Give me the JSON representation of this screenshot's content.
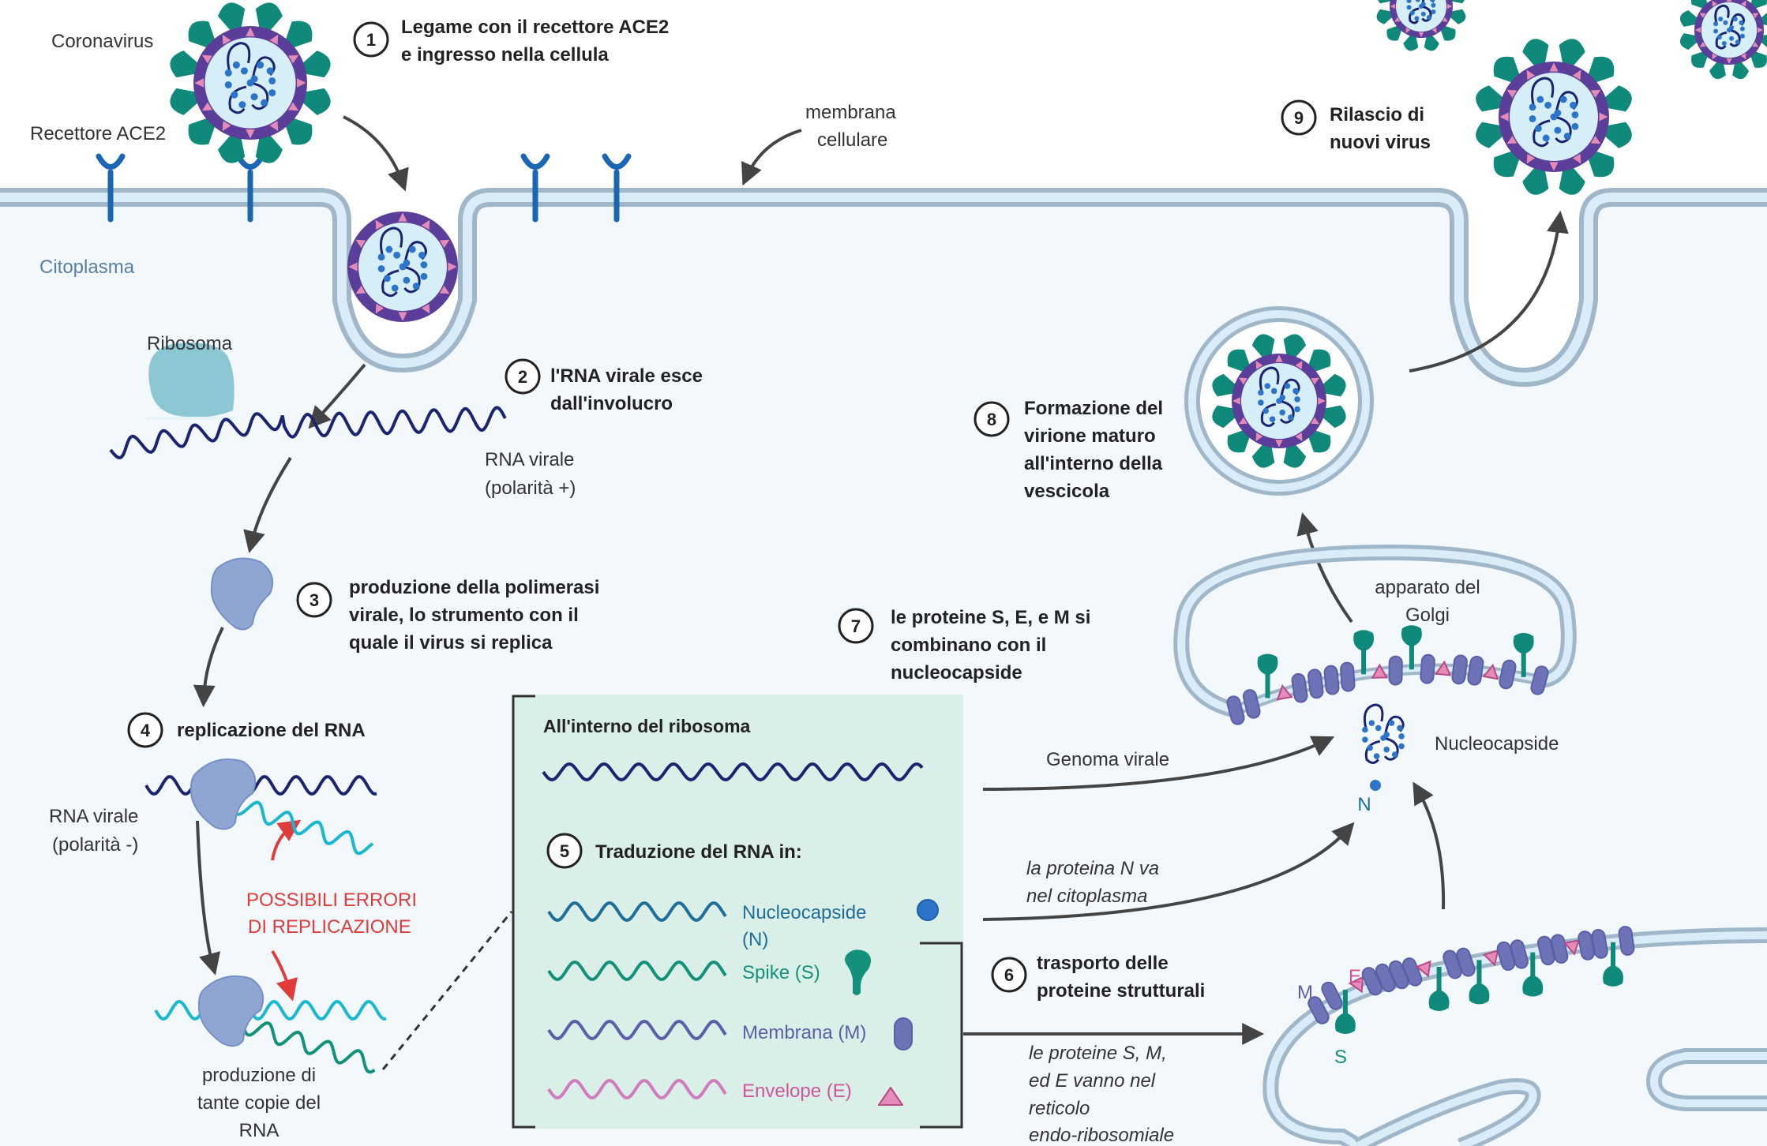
{
  "title": "Ciclo di replicazione del Coronavirus",
  "colors": {
    "cytoplasm": "#f3f8fc",
    "membrane_outer": "#9fb7c8",
    "membrane_inner": "#d9ecf7",
    "receptor": "#1a66b3",
    "spike": "#0f8a7a",
    "envelope": "#e58bb8",
    "membrane_protein": "#6e73b8",
    "rna_dark": "#1b2470",
    "rna_cyan": "#1ab8d0",
    "rna_green": "#13917a",
    "nucleocapsid_dot": "#2b74c9",
    "ribosome": "#8cc7d3",
    "polymerase": "#8fa6d3",
    "translation_box": "#d9efe7",
    "error_red": "#e03c3c",
    "cytoplasm_label": "#5a7ea3"
  },
  "labels": {
    "coronavirus": "Coronavirus",
    "ace2_receptor": "Recettore ACE2",
    "cell_membrane_1": "membrana",
    "cell_membrane_2": "cellulare",
    "cytoplasm": "Citoplasma",
    "ribosome": "Ribosoma",
    "rna_plus_1": "RNA virale",
    "rna_plus_2": "(polarità +)",
    "rna_minus_1": "RNA virale",
    "rna_minus_2": "(polarità -)",
    "errors_1": "POSSIBILI ERRORI",
    "errors_2": "DI REPLICAZIONE",
    "copies_1": "produzione di",
    "copies_2": "tante copie  del",
    "copies_3": "RNA",
    "golgi_1": "apparato del",
    "golgi_2": "Golgi",
    "nucleocapsid": "Nucleocapside",
    "genome": "Genoma virale",
    "n_protein_1": "la proteina N va",
    "n_protein_2": "nel citoplasma",
    "er_1": "le proteine  S, M,",
    "er_2": "ed E vanno nel",
    "er_3": "reticolo",
    "er_4": "endo-ribosomiale",
    "letter_n": "N",
    "letter_m": "M",
    "letter_e": "E",
    "letter_s": "S"
  },
  "steps": [
    {
      "number": "1",
      "lines": [
        "Legame con il recettore ACE2",
        "e ingresso nella cellula"
      ]
    },
    {
      "number": "2",
      "lines": [
        "l'RNA virale esce",
        "dall'involucro"
      ]
    },
    {
      "number": "3",
      "lines": [
        "produzione della polimerasi",
        "virale, lo strumento con il",
        "quale il virus si replica"
      ]
    },
    {
      "number": "4",
      "lines": [
        "replicazione del RNA"
      ]
    },
    {
      "number": "5",
      "lines": [
        "Traduzione del RNA in:"
      ]
    },
    {
      "number": "6",
      "lines": [
        "trasporto delle",
        "proteine strutturali"
      ]
    },
    {
      "number": "7",
      "lines": [
        "le proteine S, E, e M si",
        "combinano con il",
        "nucleocapside"
      ]
    },
    {
      "number": "8",
      "lines": [
        "Formazione del",
        "virione maturo",
        "all'interno della",
        "vescicola"
      ]
    },
    {
      "number": "9",
      "lines": [
        "Rilascio di",
        "nuovi virus"
      ]
    }
  ],
  "translation_box": {
    "heading": "All'interno del ribosoma",
    "items": [
      {
        "label_1": "Nucleocapside",
        "label_2": "(N)",
        "color": "#1f6f9a",
        "icon": "circle-icon"
      },
      {
        "label_1": "Spike (S)",
        "label_2": "",
        "color": "#13917a",
        "icon": "spike-icon"
      },
      {
        "label_1": "Membrana (M)",
        "label_2": "",
        "color": "#5a5fa8",
        "icon": "capsule-icon"
      },
      {
        "label_1": "Envelope (E)",
        "label_2": "",
        "color": "#d0559a",
        "icon": "triangle-icon"
      }
    ]
  }
}
